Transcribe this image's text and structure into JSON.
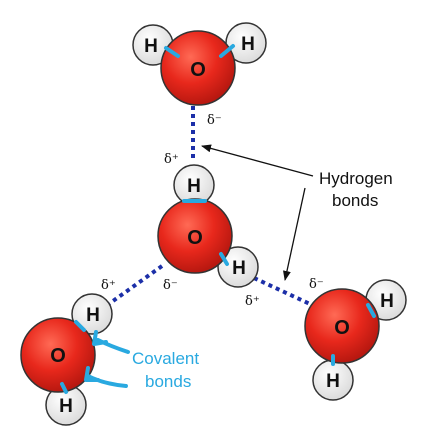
{
  "atoms": {
    "oxygen_symbol": "O",
    "hydrogen_symbol": "H"
  },
  "charges": {
    "delta_plus": "δ⁺",
    "delta_minus": "δ⁻"
  },
  "annotations": {
    "hydrogen_bonds_line1": "Hydrogen",
    "hydrogen_bonds_line2": "bonds",
    "covalent_bonds_line1": "Covalent",
    "covalent_bonds_line2": "bonds"
  },
  "colors": {
    "oxygen": "#e8281c",
    "hydrogen": "#f2f2f2",
    "covalent_bond": "#29a9e0",
    "hydrogen_bond": "#1c2fa8",
    "arrow": "#111111"
  }
}
